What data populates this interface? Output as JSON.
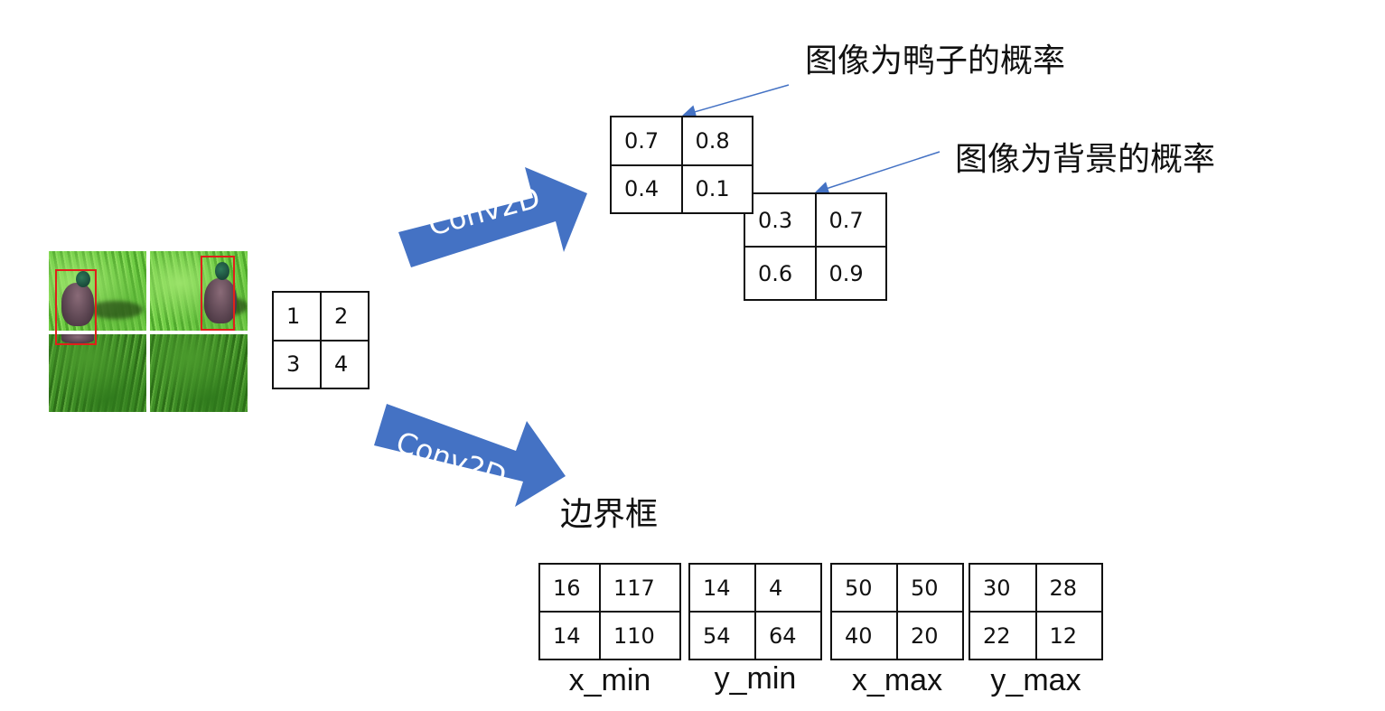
{
  "labels": {
    "duck_prob": "图像为鸭子的概率",
    "bg_prob": "图像为背景的概率",
    "bbox": "边界框"
  },
  "arrows": {
    "upper": "Conv2D",
    "lower": "Conv2D"
  },
  "cell_index_grid": [
    [
      "1",
      "2"
    ],
    [
      "3",
      "4"
    ]
  ],
  "duck_prob_grid": [
    [
      "0.7",
      "0.8"
    ],
    [
      "0.4",
      "0.1"
    ]
  ],
  "bg_prob_grid": [
    [
      "0.3",
      "0.7"
    ],
    [
      "0.6",
      "0.9"
    ]
  ],
  "bbox_grids": [
    {
      "name": "x_min",
      "cells": [
        [
          "16",
          "117"
        ],
        [
          "14",
          "110"
        ]
      ]
    },
    {
      "name": "y_min",
      "cells": [
        [
          "14",
          "4"
        ],
        [
          "54",
          "64"
        ]
      ]
    },
    {
      "name": "x_max",
      "cells": [
        [
          "50",
          "50"
        ],
        [
          "40",
          "20"
        ]
      ]
    },
    {
      "name": "y_max",
      "cells": [
        [
          "30",
          "28"
        ],
        [
          "22",
          "12"
        ]
      ]
    }
  ],
  "colors": {
    "arrow_fill": "#4472c4",
    "pointer_line": "#4472c4",
    "bbox_outline": "#e0201a"
  }
}
